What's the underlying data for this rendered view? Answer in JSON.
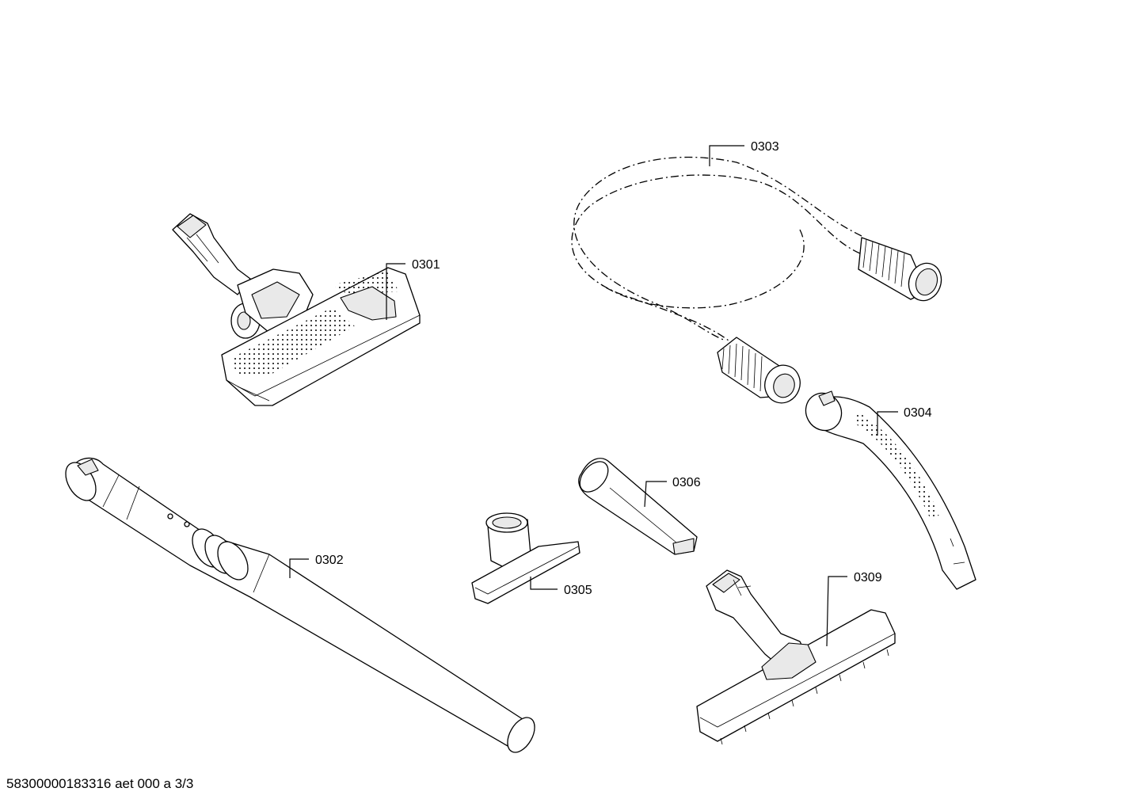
{
  "footer_text": "58300000183316 aet 000 a 3/3",
  "callouts": [
    {
      "id": "0301",
      "label": "0301"
    },
    {
      "id": "0302",
      "label": "0302"
    },
    {
      "id": "0303",
      "label": "0303"
    },
    {
      "id": "0304",
      "label": "0304"
    },
    {
      "id": "0305",
      "label": "0305"
    },
    {
      "id": "0306",
      "label": "0306"
    },
    {
      "id": "0309",
      "label": "0309"
    }
  ]
}
